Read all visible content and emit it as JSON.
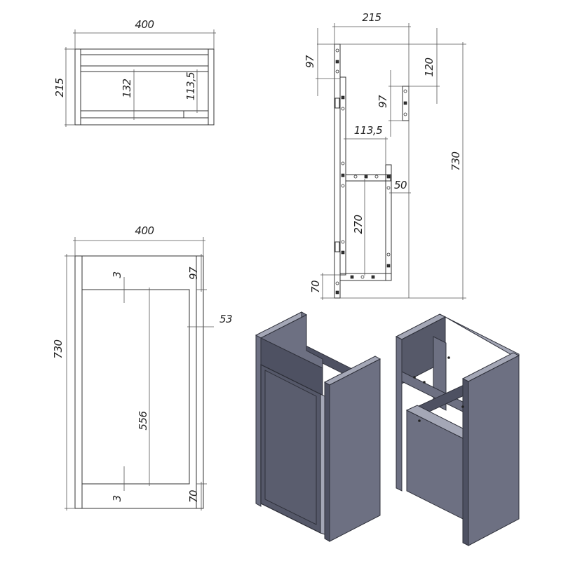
{
  "top_view": {
    "width": "400",
    "depth": "215",
    "inner_height": "132",
    "shelf_height": "113,5"
  },
  "front_view": {
    "width": "400",
    "height": "730",
    "top_offset": "97",
    "side_inset": "53",
    "opening_height": "556",
    "gap_top": "3",
    "gap_bottom": "3",
    "plinth": "70"
  },
  "side_view": {
    "depth": "215",
    "height": "730",
    "top_rail": "97",
    "bracket_offset": "120",
    "bracket_height": "97",
    "frame_depth": "113,5",
    "frame_inset": "50",
    "frame_height": "270",
    "plinth": "70"
  },
  "colors": {
    "panel": "#6d7082",
    "panel_dark": "#4e5162",
    "panel_light": "#a4a7b6",
    "line": "#333333"
  }
}
